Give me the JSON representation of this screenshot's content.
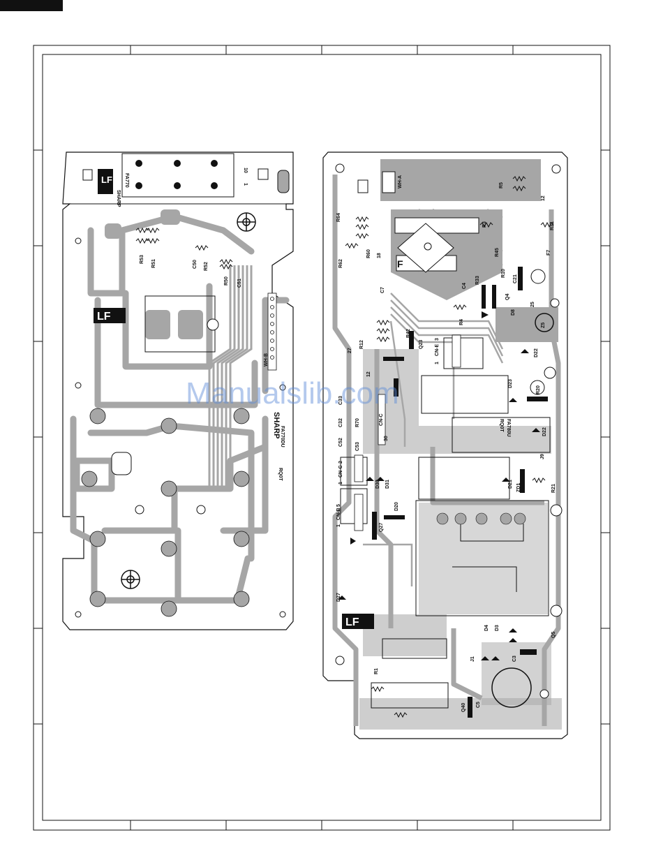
{
  "header_tab": "",
  "colors": {
    "trace": "#a6a6a6",
    "outline": "#111111",
    "watermark": "#5a8ad8"
  },
  "left_board": {
    "top_labels": [
      "SHARP",
      "FA770",
      "10",
      "1"
    ],
    "parts": [
      "R53",
      "R51",
      "C50",
      "R52",
      "R50",
      "C51",
      "WH-B"
    ],
    "side_text": [
      "SHARP",
      "FA770DU",
      "RQ0T"
    ],
    "lf_mark": "LF"
  },
  "right_board": {
    "parts": [
      "R64",
      "R62",
      "R60",
      "18",
      "WH-A",
      "R5",
      "R3",
      "R31",
      "12",
      "F7",
      "R45",
      "R10",
      "C21",
      "Q4",
      "C4",
      "R33",
      "C7",
      "R4",
      "D8",
      "25",
      "Z5",
      "R42",
      "Q23",
      "R12",
      "27",
      "CN-E",
      "1",
      "3",
      "D22",
      "12",
      "R20",
      "D23",
      "C33",
      "R70",
      "C32",
      "CN-C",
      "30",
      "D22",
      "J9",
      "C52",
      "C53",
      "CN-C",
      "2",
      "1",
      "D30",
      "D31",
      "D20",
      "D21",
      "ZD1",
      "R21",
      "CN-B",
      "Q27",
      "1",
      "5",
      "D27",
      "R1",
      "D4",
      "D3",
      "J1",
      "C3",
      "Q5",
      "Q40",
      "C5",
      "FA780U",
      "RQ0T"
    ],
    "lf_mark": "LF"
  },
  "watermark": "Manualslib.com"
}
